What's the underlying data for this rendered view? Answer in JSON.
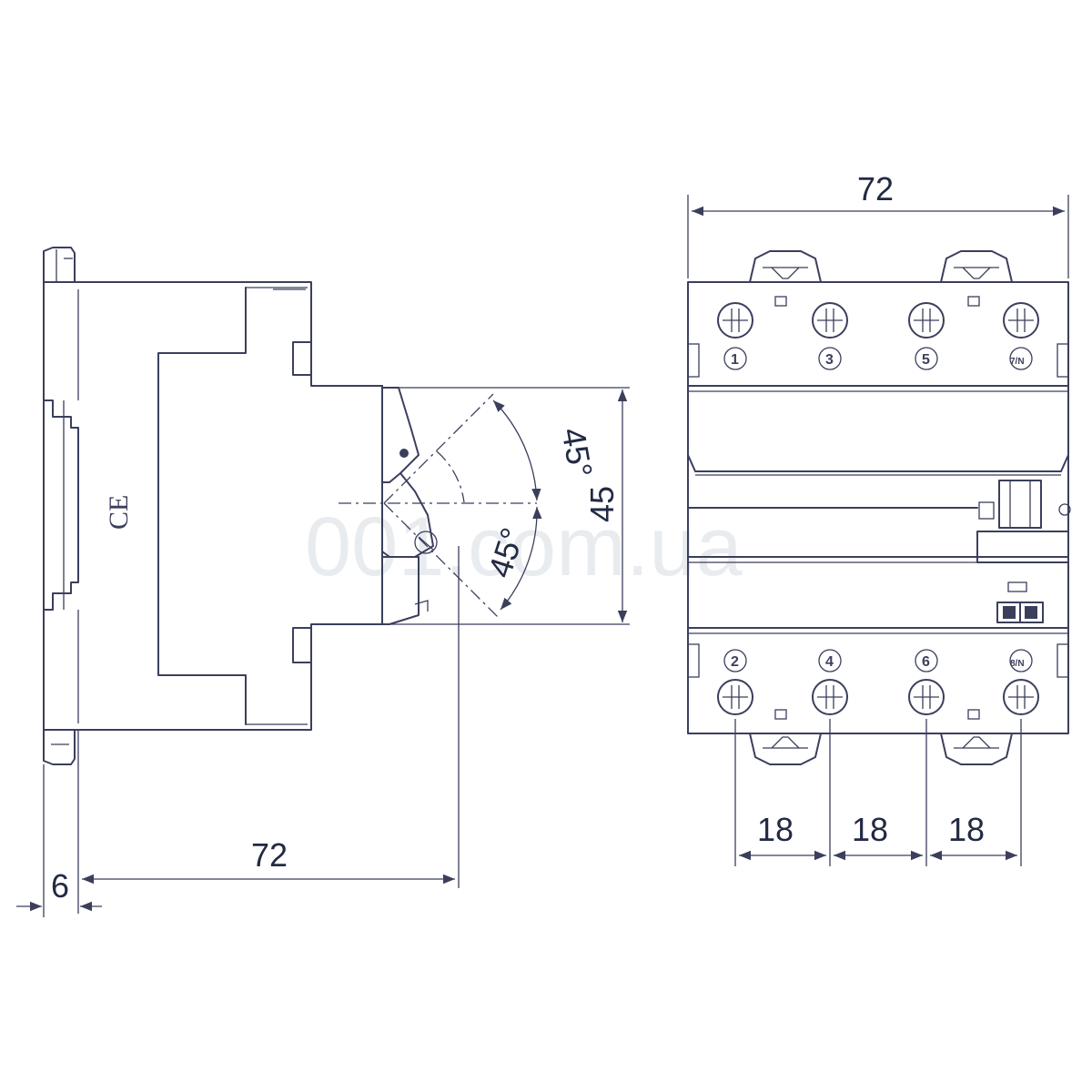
{
  "side_view": {
    "dim_width": "72",
    "dim_rail_offset": "6",
    "dim_lever_height": "45",
    "angle_up": "45°",
    "angle_down": "45°",
    "certification_mark": "CE"
  },
  "front_view": {
    "dim_width": "72",
    "pitch": [
      "18",
      "18",
      "18"
    ],
    "top_terminals": [
      "1",
      "3",
      "5",
      "7/N"
    ],
    "bottom_terminals": [
      "2",
      "4",
      "6",
      "8/N"
    ]
  },
  "watermark": "001.com.ua",
  "colors": {
    "line": "#3b3f5c",
    "watermark": "#e9ecef"
  }
}
